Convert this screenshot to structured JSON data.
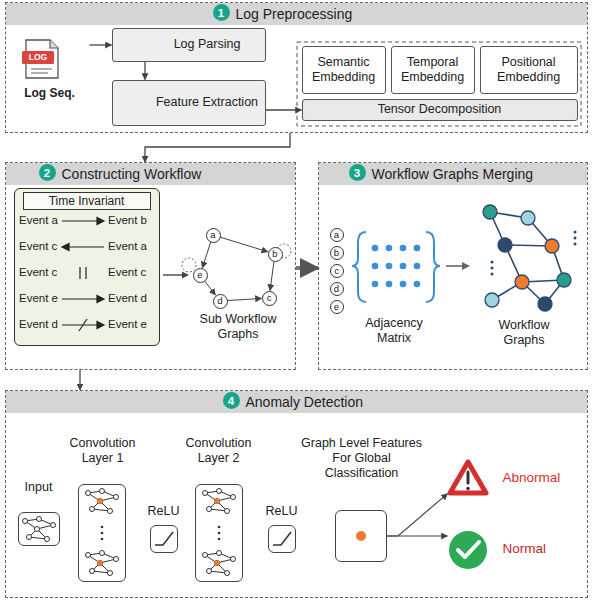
{
  "diagram": {
    "nodes": [
      {
        "text": [
          "Log Preprocessing"
        ]
      },
      {
        "text": [
          "1"
        ],
        "in": 0
      },
      {
        "text": [
          "Log Seq."
        ],
        "in": 0
      },
      {
        "text": [
          "Log Parsing"
        ],
        "in": 0
      },
      {
        "text": [
          "Feature Extraction"
        ],
        "in": 0
      },
      {
        "text": [
          "Semantic Embedding"
        ],
        "in": 0
      },
      {
        "text": [
          "Temporal Embedding"
        ],
        "in": 0
      },
      {
        "text": [
          "Positional Embedding"
        ],
        "in": 0
      },
      {
        "text": [
          "Tensor Decomposition"
        ],
        "in": 0
      },
      {
        "text": [
          "Constructing Workflow"
        ]
      },
      {
        "text": [
          "2"
        ],
        "in": 9
      },
      {
        "text": [
          "Time Invariant"
        ],
        "in": 9
      },
      {
        "text": [
          "a"
        ],
        "in": 9
      },
      {
        "text": [
          "b"
        ],
        "in": 9
      },
      {
        "text": [
          "e"
        ],
        "in": 9
      },
      {
        "text": [
          "d"
        ],
        "in": 9
      },
      {
        "text": [
          "c"
        ],
        "in": 9
      },
      {
        "text": [
          "Workflow Graphs Merging"
        ]
      },
      {
        "text": [
          "3"
        ],
        "in": 17
      },
      {
        "text": [
          "a"
        ],
        "in": 17
      },
      {
        "text": [
          "b"
        ],
        "in": 17
      },
      {
        "text": [
          "c"
        ],
        "in": 17
      },
      {
        "text": [
          "d"
        ],
        "in": 17
      },
      {
        "text": [
          "e"
        ],
        "in": 17
      },
      {
        "text": [
          "Anomaly Detection"
        ]
      },
      {
        "text": [
          "4"
        ],
        "in": 24
      },
      {
        "text": [
          "Input"
        ],
        "in": 24
      },
      {
        "text": [
          "Convolution Layer 1"
        ],
        "in": 24
      },
      {
        "text": [
          "ReLU"
        ],
        "in": 24
      },
      {
        "text": [
          "Convolution Layer 2"
        ],
        "in": 24
      },
      {
        "text": [
          "ReLU"
        ],
        "in": 24
      },
      {
        "text": [
          "Graph Level Features For Global Classification"
        ],
        "in": 24
      },
      {
        "text": [
          "Abnormal"
        ],
        "in": 24
      },
      {
        "text": [
          "Normal"
        ],
        "in": 24
      }
    ],
    "edges": [
      {
        "from": 2,
        "to": 3,
        "arrow": "to"
      },
      {
        "from": 3,
        "to": 4,
        "arrow": "to"
      },
      {
        "from": 4,
        "to": 8,
        "arrow": "to"
      },
      {
        "from": 0,
        "to": 9,
        "arrow": "to"
      },
      {
        "from": 9,
        "to": 17,
        "arrow": "to"
      },
      {
        "from": 9,
        "to": 24,
        "arrow": "to"
      },
      {
        "from": 12,
        "to": 13,
        "arrow": "to"
      },
      {
        "from": 12,
        "to": 14,
        "arrow": "to"
      },
      {
        "from": 14,
        "to": 15,
        "arrow": "to"
      },
      {
        "from": 15,
        "to": 16,
        "arrow": "to"
      },
      {
        "from": 13,
        "to": 16,
        "arrow": "to"
      },
      {
        "from": 31,
        "to": 32,
        "arrow": "to"
      },
      {
        "from": 31,
        "to": 33,
        "arrow": "to"
      }
    ],
    "labels": [
      "Event a",
      "Event b",
      "Event c",
      "Event a",
      "Event c",
      "Event c",
      "Event e",
      "Event d",
      "Event d",
      "Event e",
      "Sub Workflow Graphs",
      "Adjacency Matrix",
      "Workflow Graphs",
      "LOG"
    ]
  }
}
